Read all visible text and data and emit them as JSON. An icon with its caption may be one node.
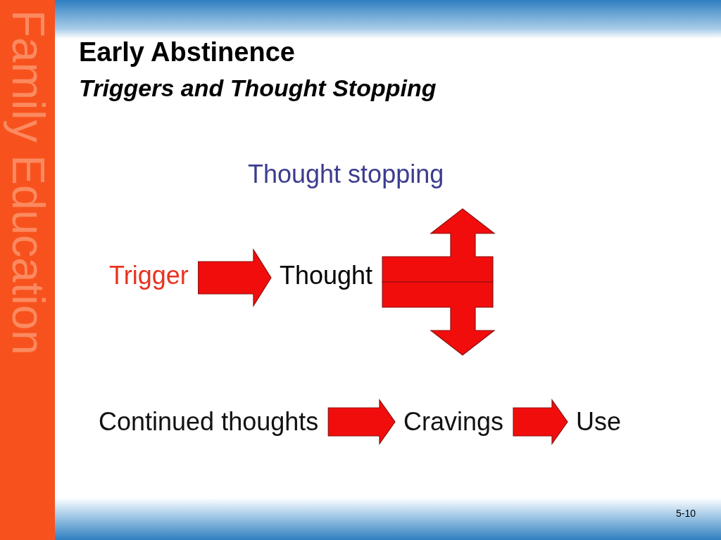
{
  "diagram": {
    "title": "Early Abstinence",
    "nodes": [
      {
        "text": [
          "Thought stopping"
        ]
      },
      {
        "text": [
          "Trigger"
        ]
      },
      {
        "text": [
          "Thought"
        ]
      },
      {
        "text": [
          "Continued thoughts"
        ]
      },
      {
        "text": [
          "Cravings"
        ]
      },
      {
        "text": [
          "Use"
        ]
      }
    ],
    "edges": [
      {
        "from": 1,
        "to": 2,
        "arrow": "to"
      },
      {
        "from": 2,
        "to": 0,
        "arrow": "to"
      },
      {
        "from": 2,
        "to": null,
        "arrow": "to"
      },
      {
        "from": 3,
        "to": 4,
        "arrow": "to"
      },
      {
        "from": 4,
        "to": 5,
        "arrow": "to"
      }
    ],
    "labels": [
      "Triggers and Thought Stopping",
      "Family Education",
      "5-10"
    ]
  }
}
